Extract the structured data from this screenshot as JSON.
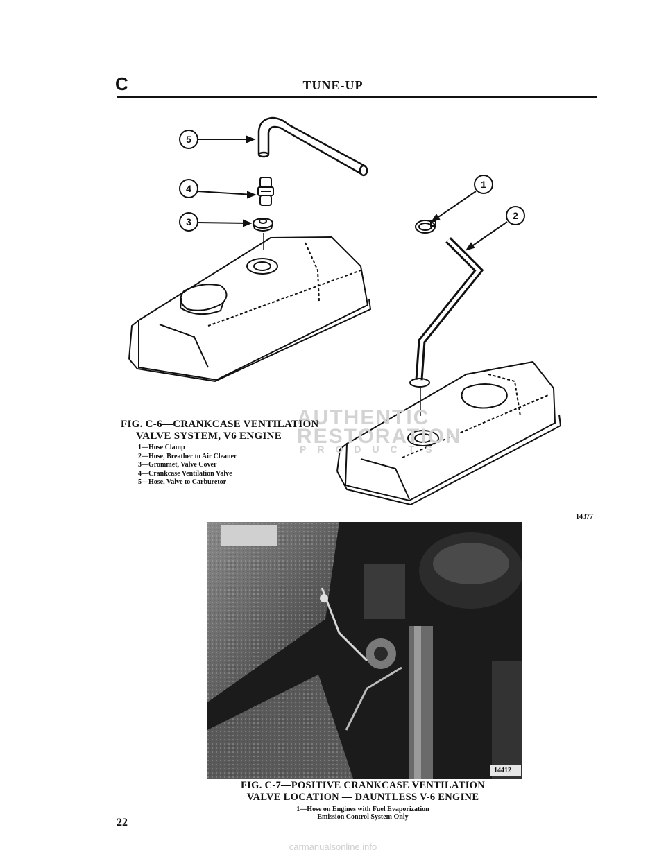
{
  "header": {
    "section_letter": "C",
    "title": "TUNE-UP"
  },
  "figure_c6": {
    "callouts": [
      "5",
      "4",
      "3",
      "1",
      "2"
    ],
    "caption_line1": "FIG. C-6—CRANKCASE VENTILATION",
    "caption_line2": "VALVE SYSTEM, V6 ENGINE",
    "legend": [
      "1—Hose Clamp",
      "2—Hose, Breather to Air Cleaner",
      "3—Grommet, Valve Cover",
      "4—Crankcase Ventilation Valve",
      "5—Hose, Valve to Carburetor"
    ],
    "figure_number": "14377"
  },
  "watermark": {
    "line1": "AUTHENTIC",
    "line2": "RESTORATION",
    "line3": "PRODUCTS"
  },
  "figure_c7": {
    "photo_number": "14412",
    "caption_line1": "FIG. C-7—POSITIVE CRANKCASE VENTILATION",
    "caption_line2": "VALVE LOCATION — DAUNTLESS V-6 ENGINE",
    "note_line1": "1—Hose on Engines with Fuel Evaporization",
    "note_line2": "Emission Control System Only"
  },
  "page_number": "22",
  "footer": "carmanualsonline.info"
}
